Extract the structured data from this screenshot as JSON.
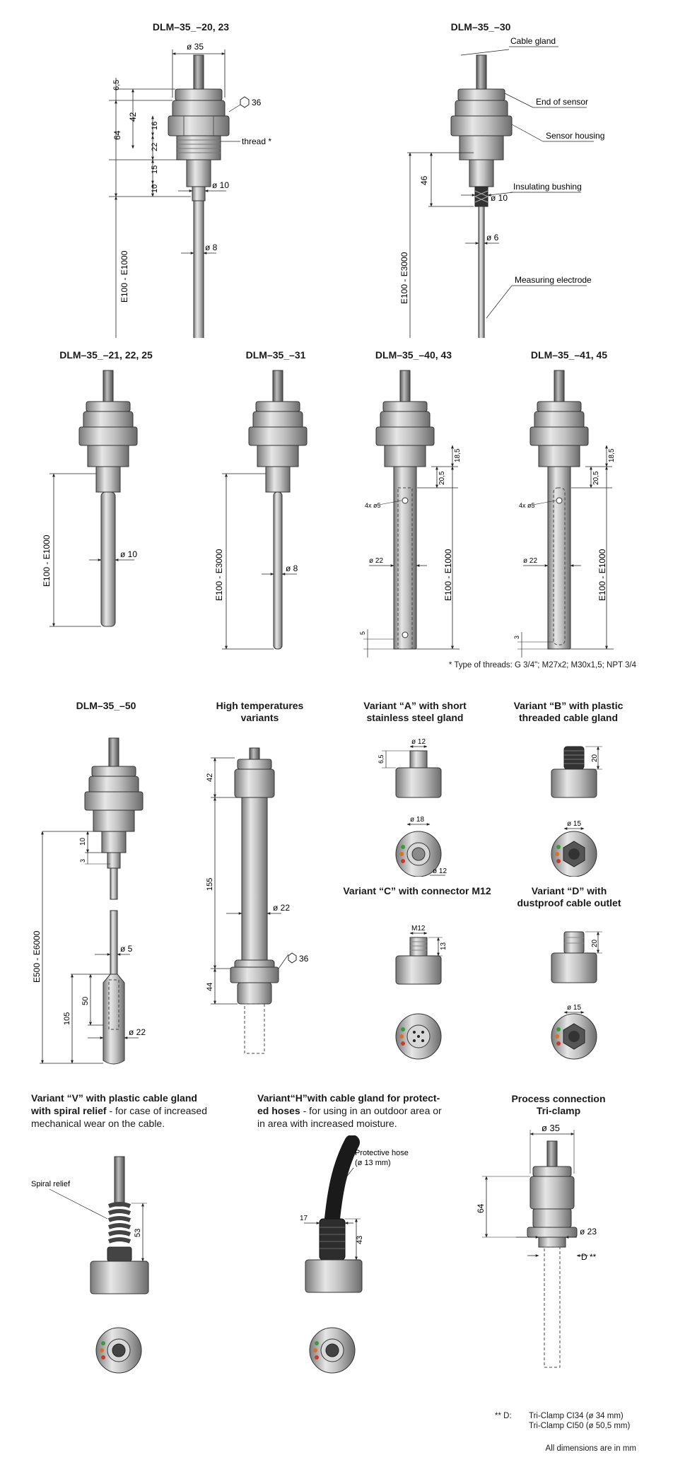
{
  "colors": {
    "body_fill": "#b4b4b4",
    "dark": "#6a6a6a",
    "line": "#222222",
    "led_green": "#3a9a3a",
    "led_orange": "#d8722a",
    "led_red": "#c83a2a"
  },
  "sec1": {
    "title": "DLM–35_–20, 23",
    "dims": {
      "d35": "ø 35",
      "h6_5": "6,5",
      "h42": "42",
      "h64": "64",
      "h16": "16",
      "h22": "22",
      "h15": "15",
      "h10": "10",
      "hex36": "36",
      "thread": "thread *",
      "d10": "ø 10",
      "len": "E100 - E1000",
      "d8": "ø 8"
    }
  },
  "sec2": {
    "title": "DLM–35_–30",
    "labels": {
      "cable_gland": "Cable gland",
      "end_sensor": "End of sensor",
      "housing": "Sensor housing",
      "bushing": "Insulating bushing",
      "electrode": "Measuring electrode"
    },
    "dims": {
      "h46": "46",
      "d10": "ø 10",
      "len": "E100 - E3000",
      "d6": "ø 6"
    }
  },
  "sec3": {
    "title": "DLM–35_–21, 22, 25",
    "dims": {
      "len": "E100 - E1000",
      "d10": "ø 10"
    }
  },
  "sec4": {
    "title": "DLM–35_–31",
    "dims": {
      "len": "E100 - E3000",
      "d8": "ø 8"
    }
  },
  "sec5": {
    "title": "DLM–35_–40, 43",
    "dims": {
      "h18_5": "18,5",
      "h20_5": "20,5",
      "holes": "4x ø5",
      "d22": "ø 22",
      "len": "E100 - E1000",
      "h5": "5"
    }
  },
  "sec6": {
    "title": "DLM–35_–41, 45",
    "dims": {
      "h18_5": "18,5",
      "h20_5": "20,5",
      "holes": "4x ø5",
      "d22": "ø 22",
      "len": "E100 - E1000",
      "h3": "3"
    }
  },
  "threads_note": "* Type of threads: G 3/4\"; M27x2; M30x1,5; NPT 3/4",
  "sec7": {
    "title": "DLM–35_–50",
    "dims": {
      "h10": "10",
      "h3": "3",
      "d5": "ø 5",
      "h50": "50",
      "h105": "105",
      "d22": "ø 22",
      "len": "E500 - E6000"
    }
  },
  "sec8": {
    "title_l1": "High temperatures",
    "title_l2": "variants",
    "dims": {
      "h42": "42",
      "h155": "155",
      "h44": "44",
      "d22": "ø 22",
      "hex36": "36"
    }
  },
  "varA": {
    "title_l1": "Variant “A” with short",
    "title_l2": "stainless steel gland",
    "dims": {
      "d12": "ø 12",
      "h6_5": "6,5",
      "d18": "ø 18",
      "d12b": "ø 12"
    }
  },
  "varB": {
    "title_l1": "Variant “B” with plastic",
    "title_l2": "threaded cable gland",
    "dims": {
      "h20": "20",
      "d15": "ø 15"
    }
  },
  "varC": {
    "title": "Variant “C” with connector M12",
    "dims": {
      "m12": "M12",
      "h13": "13"
    }
  },
  "varD": {
    "title_l1": "Variant “D” with",
    "title_l2": "dustproof cable outlet",
    "dims": {
      "h20": "20",
      "d15": "ø 15"
    }
  },
  "varV": {
    "bold1": "Variant “V” with plastic cable gland",
    "bold2": "with spiral relief",
    "rest2": " - for case of increased",
    "line3": "mechanical wear on the cable.",
    "label": "Spiral relief",
    "h53": "53"
  },
  "varH": {
    "bold1": "Variant“H”with cable gland for protect-",
    "bold2": "ed hoses",
    "rest2": " - for using in an outdoor area or",
    "line3": "in area with increased moisture.",
    "label_l1": "Protective hose",
    "label_l2": "(ø 13 mm)",
    "h17": "17",
    "h43": "43"
  },
  "triclamp": {
    "title_l1": "Process connection",
    "title_l2": "Tri-clamp",
    "dims": {
      "d35": "ø 35",
      "h64": "64",
      "d23": "ø 23",
      "D": "D **"
    }
  },
  "footnote": {
    "prefix": "** D:",
    "line1": "Tri-Clamp CI34 (ø 34 mm)",
    "line2": "Tri-Clamp CI50 (ø 50,5 mm)"
  },
  "units_note": "All dimensions are in mm"
}
